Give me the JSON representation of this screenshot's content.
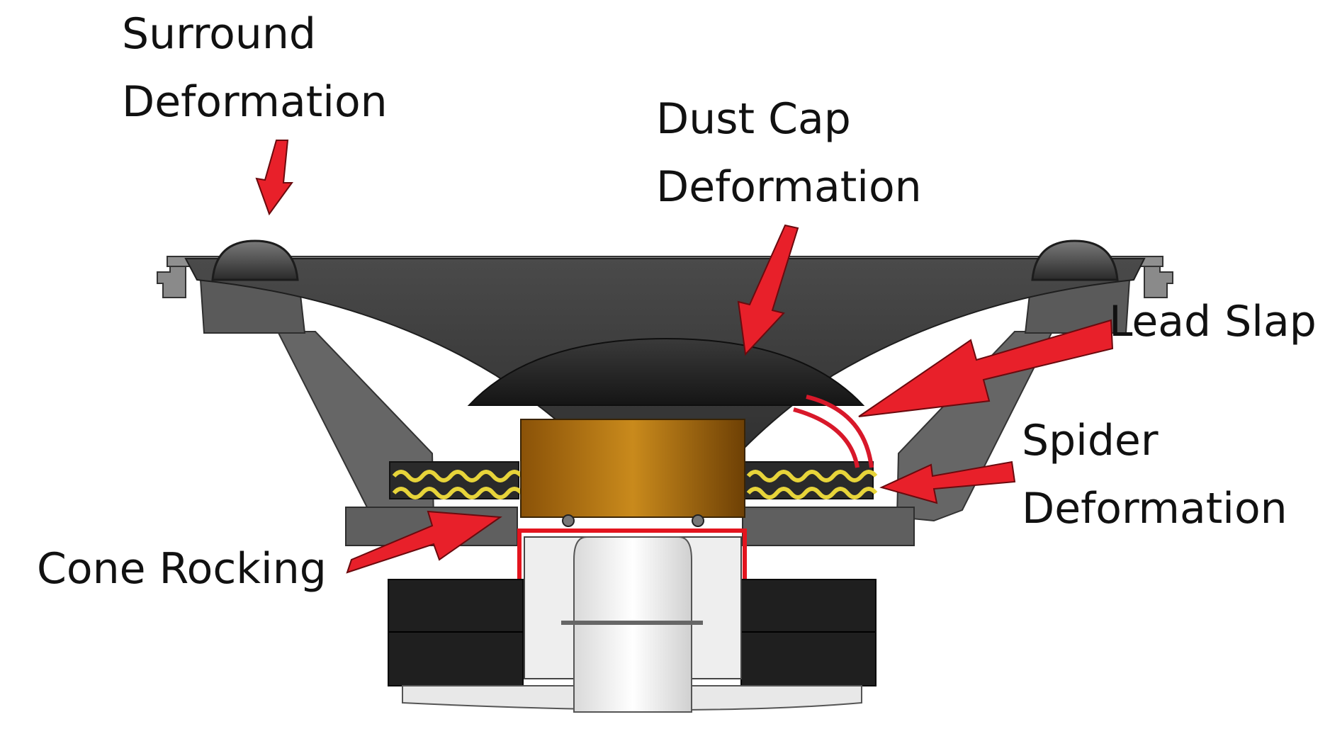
{
  "labels": {
    "surround": [
      "Surround",
      "Deformation"
    ],
    "dust_cap": [
      "Dust Cap",
      "Deformation"
    ],
    "lead_slap": [
      "Lead Slap"
    ],
    "spider": [
      "Spider",
      "Deformation"
    ],
    "cone_rocking": [
      "Cone Rocking"
    ]
  },
  "colors": {
    "arrow": "#e8202a",
    "lead_wire": "#d8182a",
    "former_line": "#e3141e",
    "voice_coil": "#b8750f",
    "spider_fabric": "#e7d43a",
    "basket": "#5d5d5d",
    "cone": "#3a3a3a",
    "magnet": "#1f1f1f",
    "pole_piece": "#f2f2f2"
  }
}
